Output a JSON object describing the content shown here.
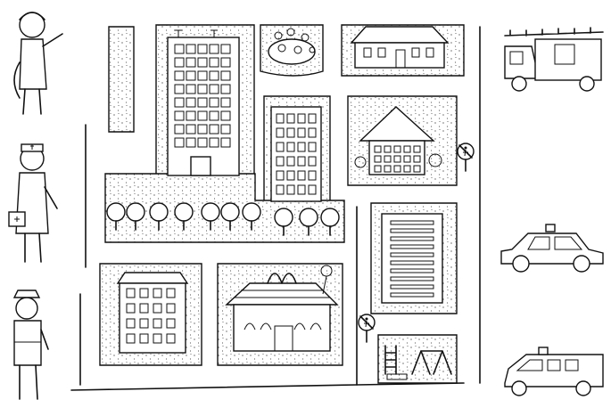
{
  "colors": {
    "ink": "#111111",
    "paper": "#ffffff"
  },
  "characters": [
    {
      "id": "firefighter",
      "icon": "firefighter-icon"
    },
    {
      "id": "doctor",
      "icon": "doctor-icon"
    },
    {
      "id": "police-officer",
      "icon": "police-officer-icon"
    }
  ],
  "vehicles": [
    {
      "id": "fire-truck",
      "icon": "fire-truck-icon"
    },
    {
      "id": "police-car",
      "icon": "police-car-icon"
    },
    {
      "id": "ambulance",
      "icon": "ambulance-icon"
    }
  ],
  "road_signs": [
    {
      "id": "no-pedestrians-sign-top",
      "icon": "no-pedestrians-sign-icon"
    },
    {
      "id": "no-pedestrians-sign-bottom",
      "icon": "no-pedestrians-sign-icon"
    }
  ]
}
